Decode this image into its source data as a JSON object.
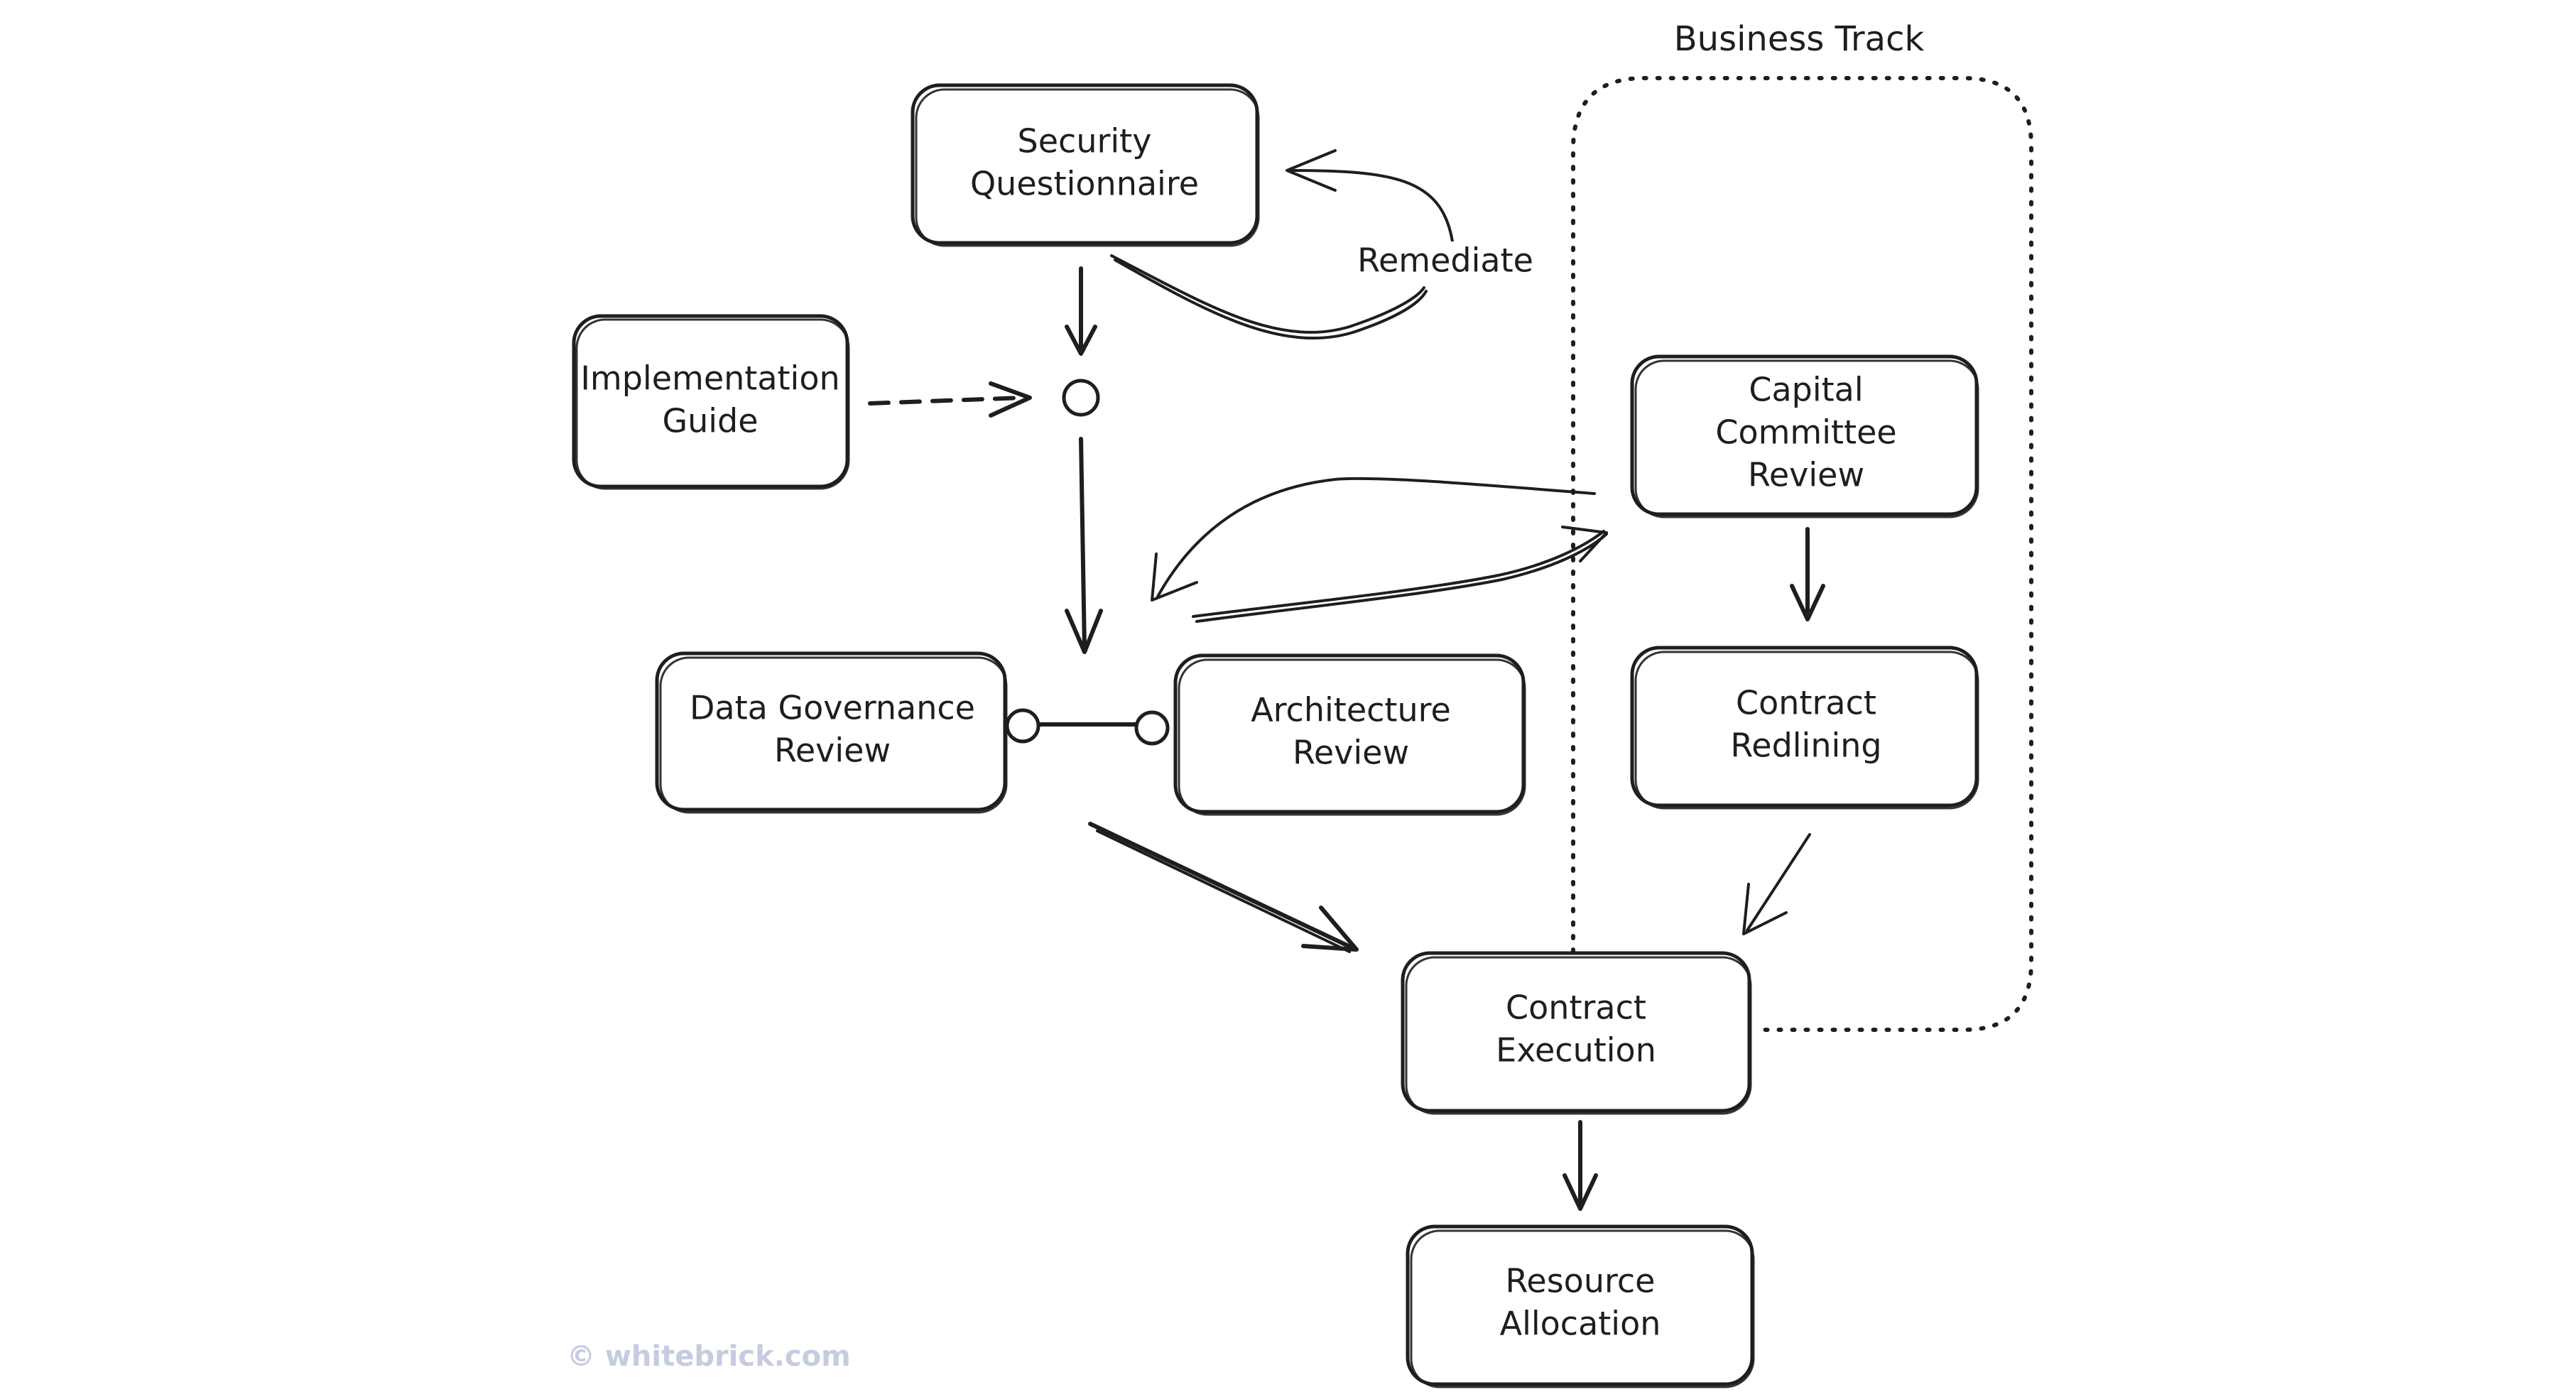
{
  "group": {
    "title": "Business Track"
  },
  "nodes": {
    "security_questionnaire": [
      "Security",
      "Questionnaire"
    ],
    "implementation_guide": [
      "Implementation",
      "Guide"
    ],
    "data_governance_review": [
      "Data Governance",
      "Review"
    ],
    "architecture_review": [
      "Architecture",
      "Review"
    ],
    "capital_committee_review": [
      "Capital",
      "Committee",
      "Review"
    ],
    "contract_redlining": [
      "Contract",
      "Redlining"
    ],
    "contract_execution": [
      "Contract",
      "Execution"
    ],
    "resource_allocation": [
      "Resource",
      "Allocation"
    ]
  },
  "edge_labels": {
    "remediate": "Remediate"
  },
  "watermark": "© whitebrick.com"
}
